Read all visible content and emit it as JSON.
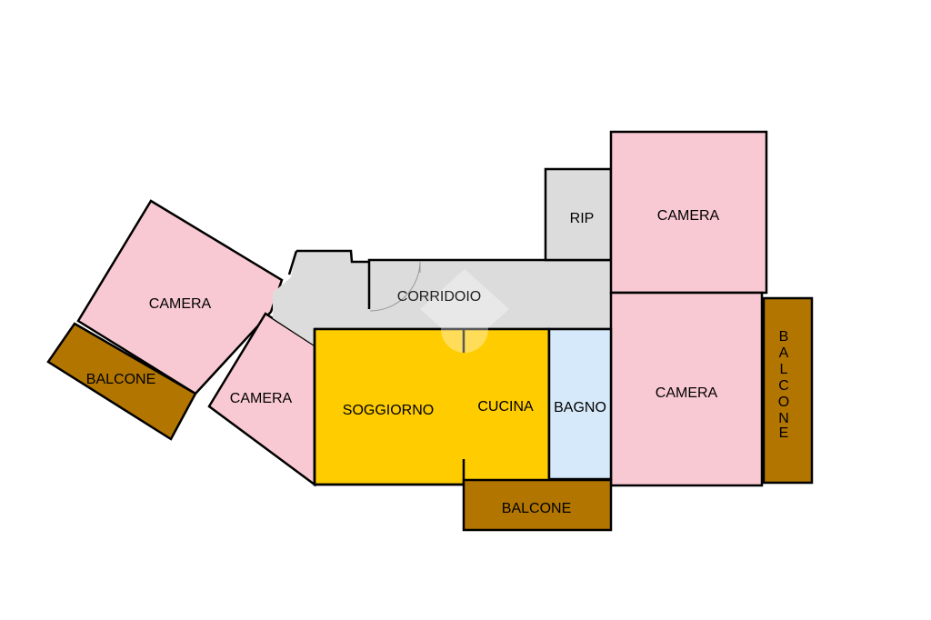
{
  "colors": {
    "camera": "#f9c9d3",
    "balcone": "#b27600",
    "corridoio": "#dcdcdc",
    "soggiorno": "#ffcc00",
    "bagno": "#d6e9fa",
    "wall": "#000000"
  },
  "rooms": {
    "camera_1": "CAMERA",
    "camera_2": "CAMERA",
    "camera_3": "CAMERA",
    "camera_4": "CAMERA",
    "balcone_1": "BALCONE",
    "balcone_2": "BALCONE",
    "balcone_3": [
      "B",
      "A",
      "L",
      "C",
      "O",
      "N",
      "E"
    ],
    "corridoio": "CORRIDOIO",
    "rip": "RIP",
    "soggiorno": "SOGGIORNO",
    "cucina": "CUCINA",
    "bagno": "BAGNO"
  }
}
